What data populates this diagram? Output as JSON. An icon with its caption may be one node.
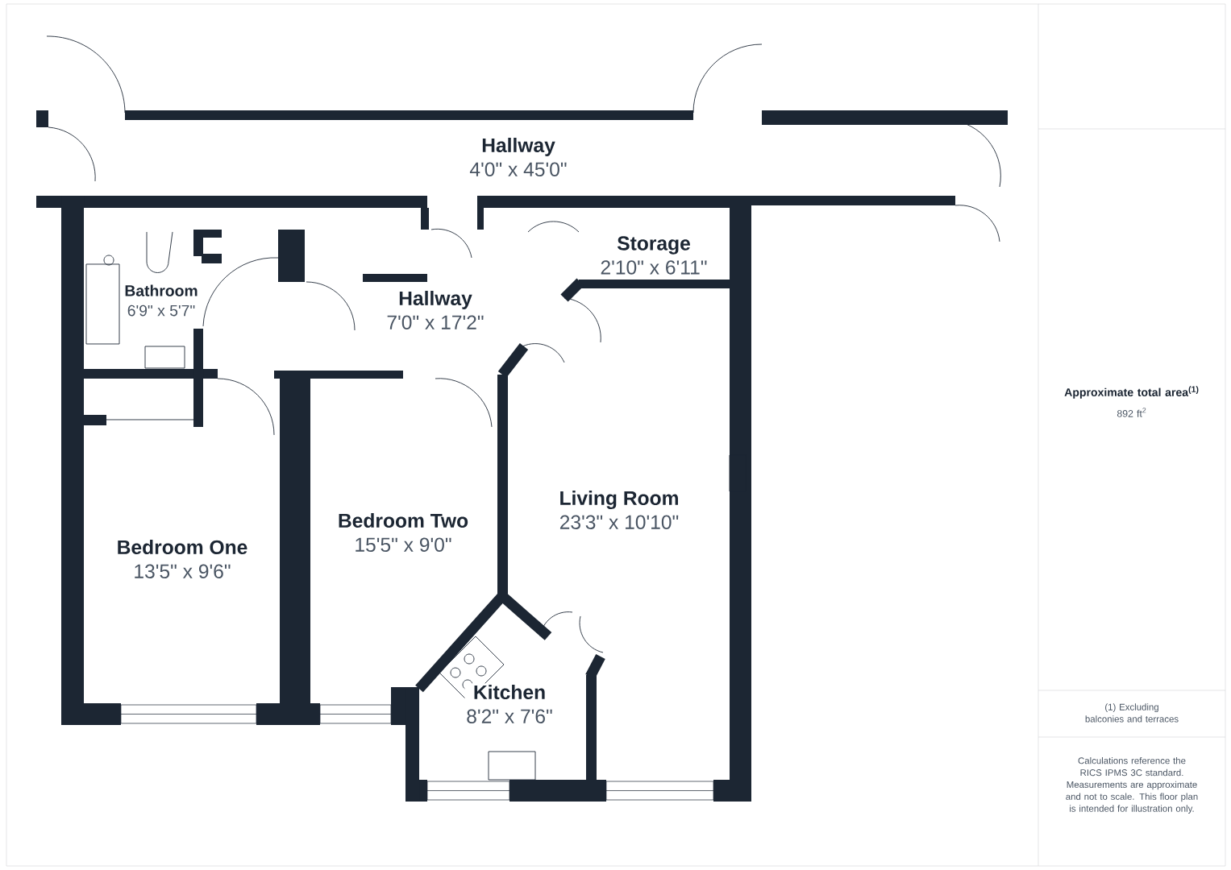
{
  "diagram": {
    "nodes": [
      {
        "text": [
          "Hallway",
          "4'0\" x 45'0\""
        ]
      },
      {
        "text": [
          "Bathroom",
          "6'9\" x 5'7\""
        ]
      },
      {
        "text": [
          "Hallway",
          "7'0\" x 17'2\""
        ]
      },
      {
        "text": [
          "Storage",
          "2'10\" x 6'11\""
        ]
      },
      {
        "text": [
          "Living Room",
          "23'3\" x 10'10\""
        ]
      },
      {
        "text": [
          "Bedroom Two",
          "15'5\" x 9'0\""
        ]
      },
      {
        "text": [
          "Bedroom One",
          "13'5\" x 9'6\""
        ]
      },
      {
        "text": [
          "Kitchen",
          "8'2\" x 7'6\""
        ]
      }
    ],
    "labels": [
      "Approximate total area$^{(1)}$",
      "892 ft$^{2}$",
      "(1) Excluding balconies and terraces",
      "Calculations reference the RICS IPMS 3C standard. Measurements are approximate and not to scale. This floor plan is intended for illustration only."
    ]
  }
}
